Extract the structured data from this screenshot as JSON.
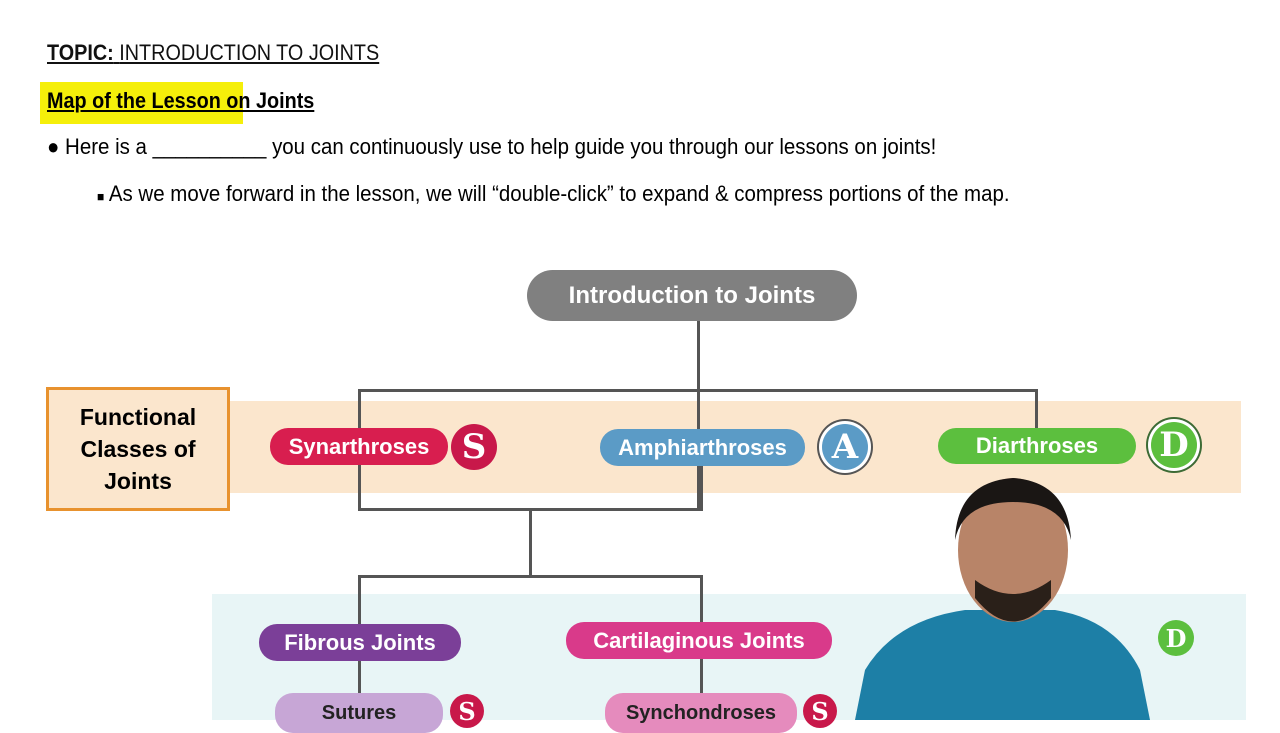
{
  "header": {
    "topic_label": "TOPIC:",
    "topic": "INTRODUCTION TO JOINTS",
    "subtitle": "Map of the Lesson on Joints"
  },
  "bullets": [
    "Here is a __________ you can continuously use to help guide you through our lessons on joints!",
    "As we move forward in the lesson, we will “double-click” to expand & compress portions of the map."
  ],
  "map": {
    "root": "Introduction to Joints",
    "functional_label": "Functional Classes of Joints",
    "functional": [
      {
        "label": "Synarthroses",
        "badge": "S",
        "color": "#d81e4f"
      },
      {
        "label": "Amphiarthroses",
        "badge": "A",
        "color": "#5b9bc6"
      },
      {
        "label": "Diarthroses",
        "badge": "D",
        "color": "#5cbf3e"
      }
    ],
    "structural": [
      {
        "label": "Fibrous Joints",
        "color": "#7b3f98"
      },
      {
        "label": "Cartilaginous Joints",
        "color": "#d93a8a"
      }
    ],
    "sub": [
      {
        "label": "Sutures",
        "badge": "S"
      },
      {
        "label": "Synchondroses",
        "badge": "S"
      }
    ]
  }
}
